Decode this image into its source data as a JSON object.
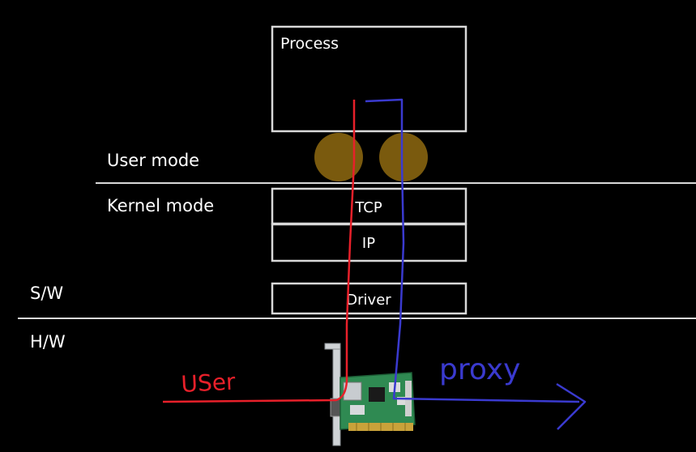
{
  "boxes": {
    "process": "Process",
    "tcp": "TCP",
    "ip": "IP",
    "driver": "Driver"
  },
  "labels": {
    "user_mode": "User mode",
    "kernel_mode": "Kernel mode",
    "sw": "S/W",
    "hw": "H/W"
  },
  "annotations": {
    "user_path": "USer",
    "proxy_path": "proxy"
  },
  "colors": {
    "background": "#000000",
    "box_stroke": "#d9d9d9",
    "divider": "#d9d9d9",
    "socket": "#7a5a0e",
    "user_path": "#e8202a",
    "proxy_path": "#3a3acf"
  },
  "icons": {
    "nic": "network-interface-card-icon"
  }
}
